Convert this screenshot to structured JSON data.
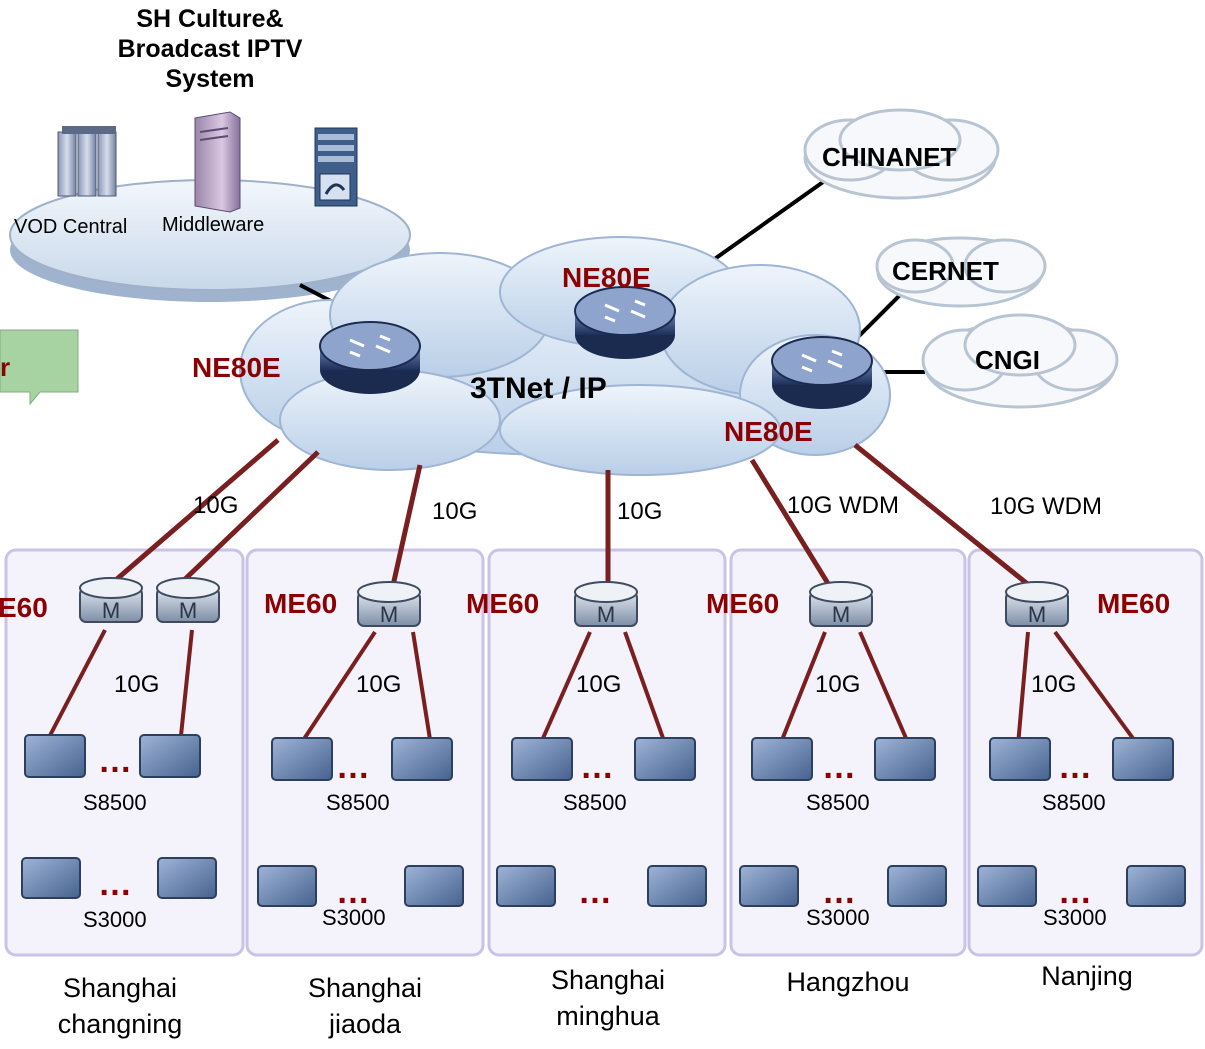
{
  "iptv_system": {
    "title_lines": [
      "SH Culture&",
      "Broadcast IPTV",
      "System"
    ],
    "vod_label": "VOD Central",
    "middleware_label": "Middleware"
  },
  "clouds": {
    "core": "3TNet / IP",
    "chinanet": "CHINANET",
    "cernet": "CERNET",
    "cngi": "CNGI"
  },
  "core_routers": {
    "left": "NE80E",
    "center": "NE80E",
    "right": "NE80E"
  },
  "partial_box_text": "r",
  "colors": {
    "router_label": "#8b0000",
    "link_line": "#7a1f1f",
    "site_box_border": "#c9c3e8",
    "core_cloud": "#cfe0f2",
    "partial_box": "#9ccc98"
  },
  "sites": [
    {
      "name_lines": [
        "Shanghai",
        "changning"
      ],
      "uplink": "10G",
      "agg": "E60",
      "access": "10G",
      "dist_switch": "S8500",
      "edge_switch": "S3000",
      "dist_dots": "…",
      "edge_dots": "…"
    },
    {
      "name_lines": [
        "Shanghai",
        "jiaoda"
      ],
      "uplink": "10G",
      "agg": "ME60",
      "access": "10G",
      "dist_switch": "S8500",
      "edge_switch": "S3000",
      "dist_dots": "…",
      "edge_dots": "…"
    },
    {
      "name_lines": [
        "Shanghai",
        "minghua"
      ],
      "uplink": "10G",
      "agg": "ME60",
      "access": "10G",
      "dist_switch": "S8500",
      "edge_switch": "",
      "dist_dots": "…",
      "edge_dots": "…"
    },
    {
      "name_lines": [
        "Hangzhou"
      ],
      "uplink": "10G WDM",
      "agg": "ME60",
      "access": "10G",
      "dist_switch": "S8500",
      "edge_switch": "S3000",
      "dist_dots": "…",
      "edge_dots": "…"
    },
    {
      "name_lines": [
        "Nanjing"
      ],
      "uplink": "10G WDM",
      "agg": "ME60",
      "access": "10G",
      "dist_switch": "S8500",
      "edge_switch": "S3000",
      "dist_dots": "…",
      "edge_dots": "…"
    }
  ]
}
